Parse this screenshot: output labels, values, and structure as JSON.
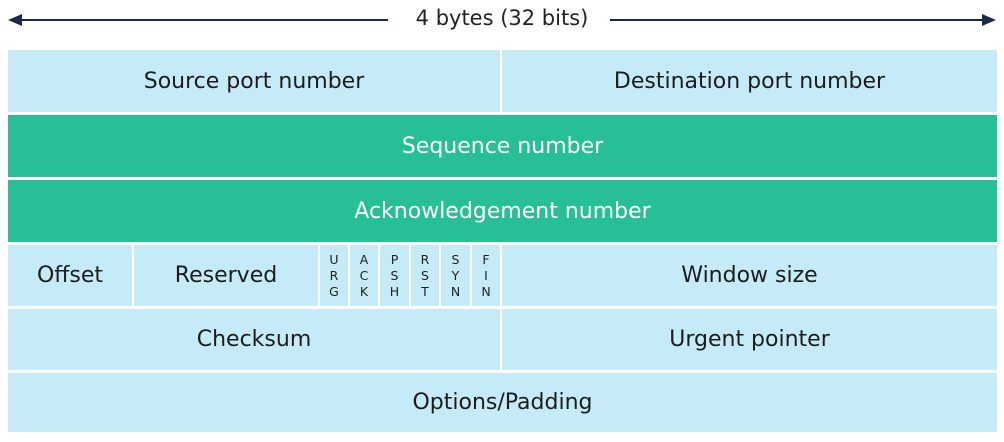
{
  "header": {
    "width_label": "4 bytes (32 bits)"
  },
  "colors": {
    "light": "#c6ebf8",
    "dark": "#26bf98",
    "arrow": "#1a2a4a"
  },
  "rows": {
    "row1": {
      "left": "Source port number",
      "right": "Destination port number"
    },
    "row2": {
      "label": "Sequence number"
    },
    "row3": {
      "label": "Acknowledgement number"
    },
    "row4": {
      "offset": "Offset",
      "reserved": "Reserved",
      "flags": [
        [
          "U",
          "R",
          "G"
        ],
        [
          "A",
          "C",
          "K"
        ],
        [
          "P",
          "S",
          "H"
        ],
        [
          "R",
          "S",
          "T"
        ],
        [
          "S",
          "Y",
          "N"
        ],
        [
          "F",
          "I",
          "N"
        ]
      ],
      "window": "Window size"
    },
    "row5": {
      "left": "Checksum",
      "right": "Urgent pointer"
    },
    "row6": {
      "label": "Options/Padding"
    }
  }
}
